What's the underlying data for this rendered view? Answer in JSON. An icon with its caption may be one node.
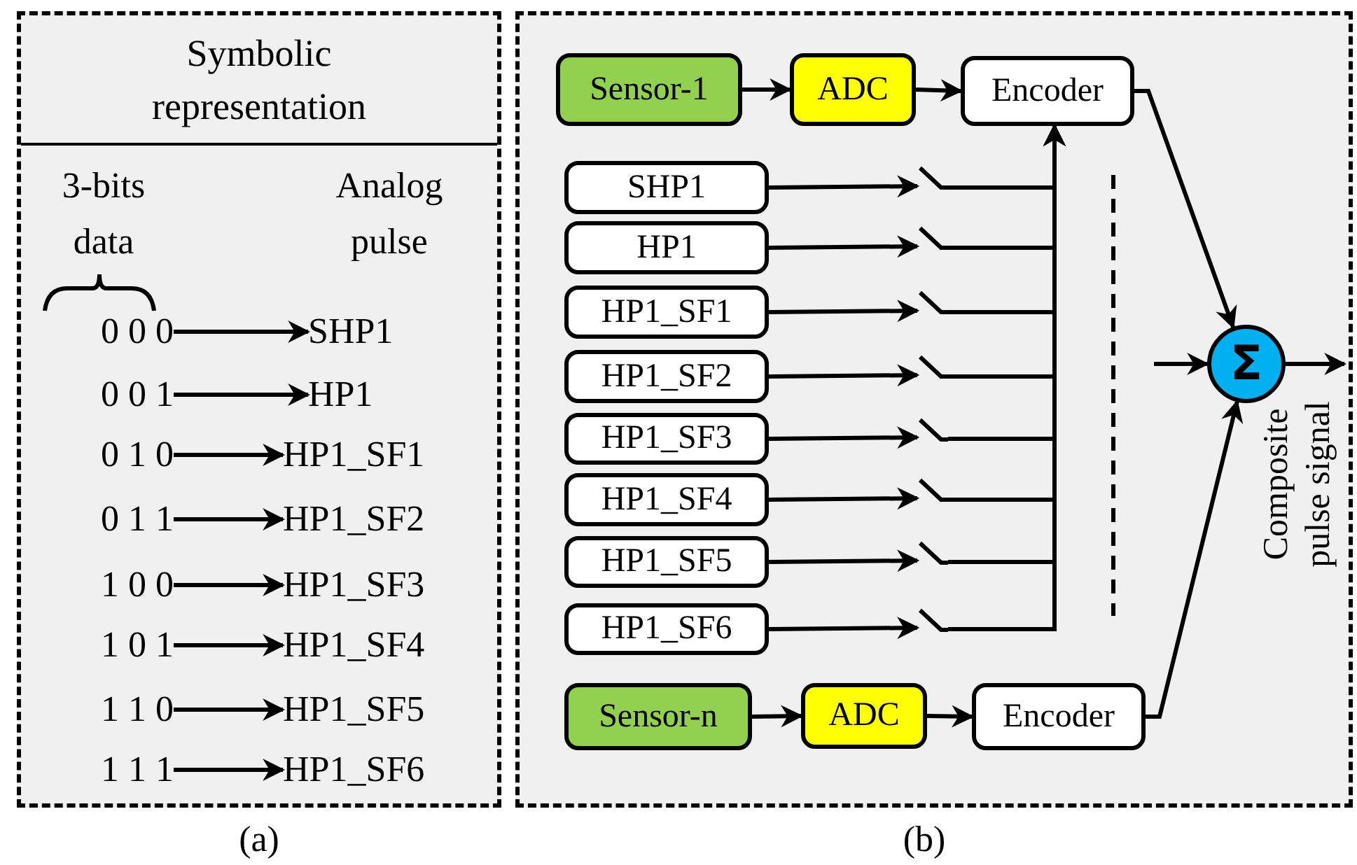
{
  "diagram": {
    "nodes": [
      {
        "text": [
          "Symbolic representation"
        ]
      },
      {
        "text": [
          "0 0 0"
        ],
        "in": 0
      },
      {
        "text": [
          "0 0 1"
        ],
        "in": 0
      },
      {
        "text": [
          "0 1 0"
        ],
        "in": 0
      },
      {
        "text": [
          "0 1 1"
        ],
        "in": 0
      },
      {
        "text": [
          "1 0 0"
        ],
        "in": 0
      },
      {
        "text": [
          "1 0 1"
        ],
        "in": 0
      },
      {
        "text": [
          "1 1 0"
        ],
        "in": 0
      },
      {
        "text": [
          "1 1 1"
        ],
        "in": 0
      },
      {
        "text": [
          "SHP1"
        ],
        "in": 0
      },
      {
        "text": [
          "HP1"
        ],
        "in": 0
      },
      {
        "text": [
          "HP1_SF1"
        ],
        "in": 0
      },
      {
        "text": [
          "HP1_SF2"
        ],
        "in": 0
      },
      {
        "text": [
          "HP1_SF3"
        ],
        "in": 0
      },
      {
        "text": [
          "HP1_SF4"
        ],
        "in": 0
      },
      {
        "text": [
          "HP1_SF5"
        ],
        "in": 0
      },
      {
        "text": [
          "HP1_SF6"
        ],
        "in": 0
      },
      {
        "text": [],
        "shape": "box"
      },
      {
        "text": [
          "Sensor-1"
        ],
        "in": 17
      },
      {
        "text": [
          "ADC"
        ],
        "in": 17
      },
      {
        "text": [
          "Encoder"
        ],
        "in": 17
      },
      {
        "text": [
          "SHP1"
        ],
        "in": 17
      },
      {
        "text": [
          "HP1"
        ],
        "in": 17
      },
      {
        "text": [
          "HP1_SF1"
        ],
        "in": 17
      },
      {
        "text": [
          "HP1_SF2"
        ],
        "in": 17
      },
      {
        "text": [
          "HP1_SF3"
        ],
        "in": 17
      },
      {
        "text": [
          "HP1_SF4"
        ],
        "in": 17
      },
      {
        "text": [
          "HP1_SF5"
        ],
        "in": 17
      },
      {
        "text": [
          "HP1_SF6"
        ],
        "in": 17
      },
      {
        "text": [],
        "shape": "switch",
        "in": 17
      },
      {
        "text": [],
        "shape": "switch",
        "in": 17
      },
      {
        "text": [],
        "shape": "switch",
        "in": 17
      },
      {
        "text": [],
        "shape": "switch",
        "in": 17
      },
      {
        "text": [],
        "shape": "switch",
        "in": 17
      },
      {
        "text": [],
        "shape": "switch",
        "in": 17
      },
      {
        "text": [],
        "shape": "switch",
        "in": 17
      },
      {
        "text": [],
        "shape": "switch",
        "in": 17
      },
      {
        "text": [
          "Sensor-n"
        ],
        "in": 17
      },
      {
        "text": [
          "ADC"
        ],
        "in": 17
      },
      {
        "text": [
          "Encoder"
        ],
        "in": 17
      },
      {
        "text": [
          "Σ"
        ],
        "in": 17
      }
    ],
    "edges": [
      {
        "from": 1,
        "to": 9,
        "arrow": "to"
      },
      {
        "from": 2,
        "to": 10,
        "arrow": "to"
      },
      {
        "from": 3,
        "to": 11,
        "arrow": "to"
      },
      {
        "from": 4,
        "to": 12,
        "arrow": "to"
      },
      {
        "from": 5,
        "to": 13,
        "arrow": "to"
      },
      {
        "from": 6,
        "to": 14,
        "arrow": "to"
      },
      {
        "from": 7,
        "to": 15,
        "arrow": "to"
      },
      {
        "from": 8,
        "to": 16,
        "arrow": "to"
      },
      {
        "from": 18,
        "to": 19,
        "arrow": "to"
      },
      {
        "from": 19,
        "to": 20,
        "arrow": "to"
      },
      {
        "from": 21,
        "to": 29,
        "arrow": "to"
      },
      {
        "from": 22,
        "to": 30,
        "arrow": "to"
      },
      {
        "from": 23,
        "to": 31,
        "arrow": "to"
      },
      {
        "from": 24,
        "to": 32,
        "arrow": "to"
      },
      {
        "from": 25,
        "to": 33,
        "arrow": "to"
      },
      {
        "from": 26,
        "to": 34,
        "arrow": "to"
      },
      {
        "from": 27,
        "to": 35,
        "arrow": "to"
      },
      {
        "from": 28,
        "to": 36,
        "arrow": "to"
      },
      {
        "from": 29,
        "to": 20,
        "arrow": "to"
      },
      {
        "from": 30,
        "to": 20,
        "arrow": "to"
      },
      {
        "from": 31,
        "to": 20,
        "arrow": "to"
      },
      {
        "from": 32,
        "to": 20,
        "arrow": "to"
      },
      {
        "from": 33,
        "to": 20,
        "arrow": "to"
      },
      {
        "from": 34,
        "to": 20,
        "arrow": "to"
      },
      {
        "from": 35,
        "to": 20,
        "arrow": "to"
      },
      {
        "from": 36,
        "to": 20,
        "arrow": "to"
      },
      {
        "from": 37,
        "to": 38,
        "arrow": "to"
      },
      {
        "from": 38,
        "to": 39,
        "arrow": "to"
      },
      {
        "from": 20,
        "to": 40,
        "arrow": "to"
      },
      {
        "from": 39,
        "to": 40,
        "arrow": "to"
      },
      {
        "from": null,
        "to": 40,
        "arrow": "to"
      },
      {
        "from": 40,
        "to": null,
        "arrow": "to"
      }
    ],
    "labels": [
      "3-bits data",
      "Analog pulse",
      "Composite pulse signal",
      "(a)",
      "(b)"
    ]
  }
}
